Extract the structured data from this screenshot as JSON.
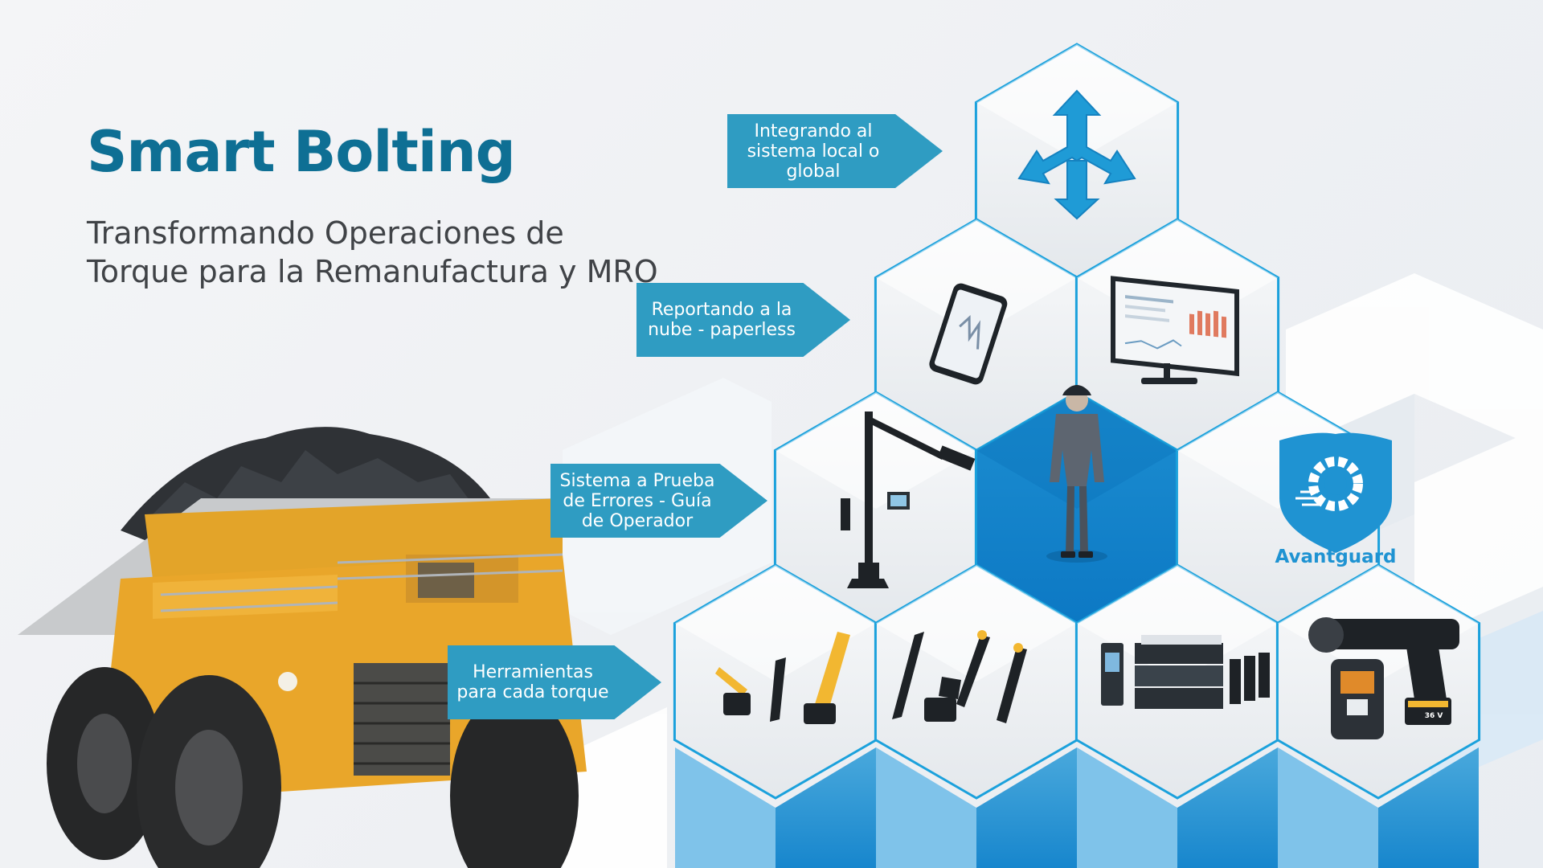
{
  "header": {
    "title": "Smart Bolting",
    "subtitle": "Transformando Operaciones de Torque para la Remanufactura y MRO"
  },
  "callouts": [
    {
      "text": "Integrando al\nsistema local o\nglobal"
    },
    {
      "text": "Reportando a la\nnube - paperless"
    },
    {
      "text": "Sistema a Prueba\nde Errores - Guía\nde Operador"
    },
    {
      "text": "Herramientas\npara cada torque"
    }
  ],
  "hexagons": [
    {
      "label": "arrows-integration-icon"
    },
    {
      "label": "smartphone-report-icon"
    },
    {
      "label": "monitor-dashboard-icon"
    },
    {
      "label": "torque-arm-station-icon"
    },
    {
      "label": "operator-figure"
    },
    {
      "label": "avantguard-logo",
      "text": "Avantguard"
    },
    {
      "label": "battery-tools-icon"
    },
    {
      "label": "corded-tools-icon"
    },
    {
      "label": "controllers-icon"
    },
    {
      "label": "heavy-wrench-icon",
      "text": "36 V"
    }
  ],
  "truck": {
    "label": "mining-haul-truck"
  },
  "colors": {
    "brand": "#0e6f94",
    "callout": "#2f9cc2",
    "accent": "#1ba1dc",
    "text": "#404347",
    "truck_yellow": "#e9a62a"
  }
}
